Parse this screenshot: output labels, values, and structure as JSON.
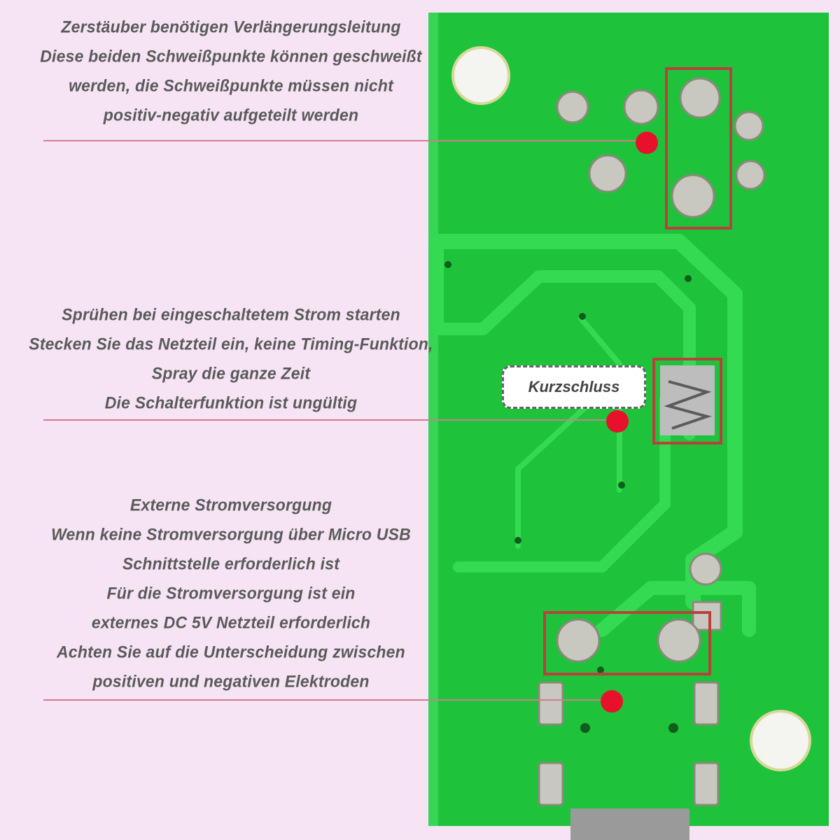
{
  "annotations": [
    {
      "lines": [
        "Zerstäuber benötigen Verlängerungsleitung",
        "Diese beiden Schweißpunkte können geschweißt",
        "werden, die Schweißpunkte müssen nicht",
        "positiv-negativ aufgeteilt werden"
      ]
    },
    {
      "lines": [
        "Sprühen bei eingeschaltetem Strom starten",
        "Stecken Sie das Netzteil ein, keine Timing-Funktion,",
        "Spray die ganze Zeit",
        "Die Schalterfunktion ist ungültig"
      ]
    },
    {
      "lines": [
        "Externe Stromversorgung",
        "Wenn keine Stromversorgung über Micro USB",
        "Schnittstelle erforderlich ist",
        "Für die Stromversorgung ist ein",
        "externes DC 5V Netzteil erforderlich",
        "Achten Sie auf die Unterscheidung zwischen",
        "positiven und negativen Elektroden"
      ]
    }
  ],
  "callout": {
    "label": "Kurzschluss"
  },
  "colors": {
    "background": "#f6e4f4",
    "board": "#1ec33c",
    "trace": "#33d94f",
    "pad": "#c9c9c9",
    "marker": "#e8112b",
    "highlight_box": "#b8413d",
    "leader_line": "#d27c8d"
  }
}
